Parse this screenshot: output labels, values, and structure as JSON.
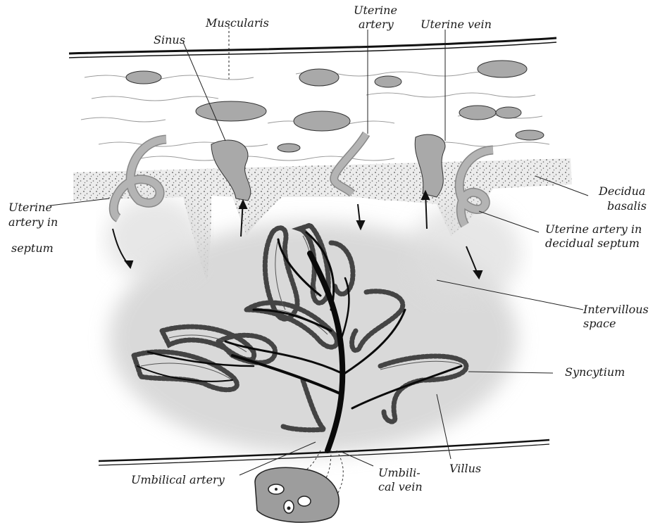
{
  "labels": {
    "muscularis": "Muscularis",
    "sinus": "Sinus",
    "uterine_artery": [
      "Uterine",
      "artery"
    ],
    "uterine_vein": "Uterine vein",
    "decidua_basalis": [
      "Decidua",
      "basalis"
    ],
    "uterine_artery_in_septum": [
      "Uterine",
      "artery in",
      "septum"
    ],
    "uterine_artery_in_decidual_septum": [
      "Uterine artery in",
      "decidual septum"
    ],
    "intervillous_space": [
      "Intervillous",
      "space"
    ],
    "syncytium": "Syncytium",
    "villus": "Villus",
    "umbilical_artery": "Umbilical artery",
    "umbilical_vein": [
      "Umbili-",
      "cal vein"
    ]
  },
  "colors": {
    "ink": "#1a1a1a",
    "vessel_fill": "#a9a9a9",
    "blood_space": "#d4d4d4",
    "decidua_fill": "#c8c8c8",
    "paper": "#ffffff"
  }
}
